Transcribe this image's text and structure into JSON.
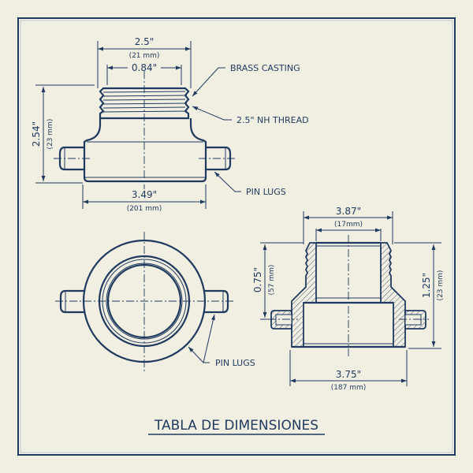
{
  "colors": {
    "background": "#f1eee2",
    "ink": "#1f3a5f"
  },
  "title": "TABLA DE DIMENSIONES",
  "views": {
    "front": {
      "dims": {
        "top_width": "2.5\"",
        "top_width_mm": "(21 mm)",
        "thread_width": "0.84\"",
        "height": "2.54\"",
        "height_mm": "(23 mm)",
        "base_width": "3.49\"",
        "base_width_mm": "(201 mm)"
      },
      "callouts": {
        "casting": "BRASS CASTING",
        "thread": "2.5\" NH THREAD",
        "lugs": "PIN LUGS"
      }
    },
    "plan": {
      "callouts": {
        "lugs": "PIN LUGS"
      }
    },
    "section": {
      "dims": {
        "top_width": "3.87\"",
        "top_width_mm": "(17mm)",
        "left_height": "0.75\"",
        "left_height_mm": "(57 mm)",
        "right_height": "1.25\"",
        "right_height_mm": "(23 mm)",
        "base_width": "3.75\"",
        "base_width_mm": "(187 mm)"
      }
    }
  }
}
